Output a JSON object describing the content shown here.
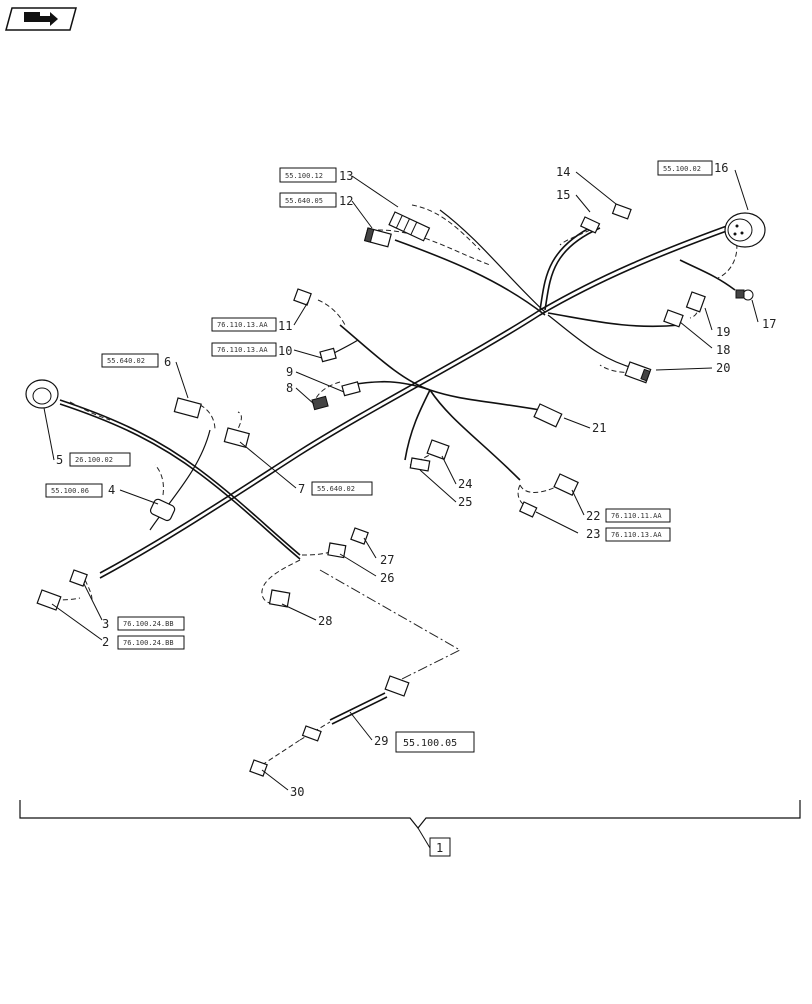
{
  "callouts": [
    {
      "n": "1"
    },
    {
      "n": "2",
      "ref": "76.100.24.BB"
    },
    {
      "n": "3",
      "ref": "76.100.24.BB"
    },
    {
      "n": "4",
      "ref": "55.100.06"
    },
    {
      "n": "5",
      "ref": "26.100.02"
    },
    {
      "n": "6",
      "ref": "55.640.02"
    },
    {
      "n": "7",
      "ref": "55.640.02"
    },
    {
      "n": "8"
    },
    {
      "n": "9"
    },
    {
      "n": "10",
      "ref": "76.110.13.AA"
    },
    {
      "n": "11",
      "ref": "76.110.13.AA"
    },
    {
      "n": "12",
      "ref": "55.640.05"
    },
    {
      "n": "13",
      "ref": "55.100.12"
    },
    {
      "n": "14"
    },
    {
      "n": "15"
    },
    {
      "n": "16",
      "ref": "55.100.02"
    },
    {
      "n": "17"
    },
    {
      "n": "18"
    },
    {
      "n": "19"
    },
    {
      "n": "20"
    },
    {
      "n": "21"
    },
    {
      "n": "22",
      "ref": "76.110.11.AA"
    },
    {
      "n": "23",
      "ref": "76.110.13.AA"
    },
    {
      "n": "24"
    },
    {
      "n": "25"
    },
    {
      "n": "26"
    },
    {
      "n": "27"
    },
    {
      "n": "28"
    },
    {
      "n": "29",
      "ref": "55.100.05"
    },
    {
      "n": "30"
    }
  ]
}
